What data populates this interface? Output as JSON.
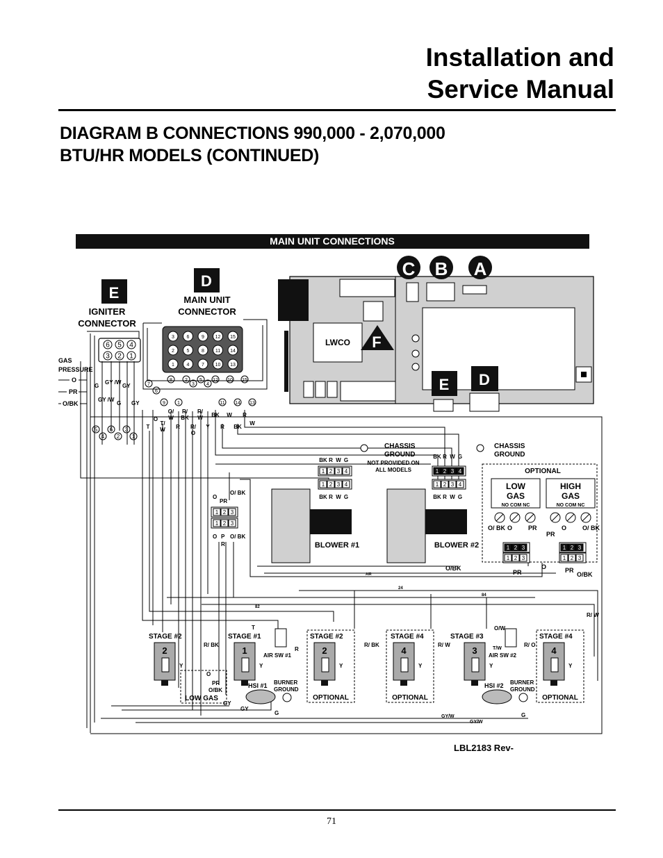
{
  "header": {
    "title_line1": "Installation and",
    "title_line2": "Service Manual"
  },
  "section_title": {
    "line1": "DIAGRAM B CONNECTIONS  990,000 - 2,070,000",
    "line2": "BTU/HR MODELS (CONTINUED)"
  },
  "diagram": {
    "banner": "MAIN UNIT CONNECTIONS",
    "connector_letters": {
      "c": "C",
      "b": "B",
      "a": "A",
      "e": "E",
      "d": "D",
      "f": "F"
    },
    "igniter_connector": {
      "title1": "IGNITER",
      "title2": "CONNECTOR",
      "pins_top": [
        "6",
        "5",
        "4"
      ],
      "pins_bottom": [
        "3",
        "2",
        "1"
      ]
    },
    "main_unit_connector": {
      "title1": "MAIN UNIT",
      "title2": "CONNECTOR",
      "pins": [
        "3",
        "6",
        "9",
        "12",
        "15",
        "2",
        "5",
        "8",
        "11",
        "14",
        "1",
        "4",
        "7",
        "10",
        "13"
      ]
    },
    "lwco": "LWCO",
    "gas_pressure": {
      "line1": "GAS",
      "line2": "PRESSURE"
    },
    "left_wire_labels": [
      "O",
      "PR",
      "O/BK"
    ],
    "igniter_wire_labels": {
      "g1": "G",
      "gyw": "GY /W",
      "gy1": "GY",
      "gyw2": "GY /W",
      "g2": "G",
      "gy2": "GY"
    },
    "igniter_pin_numbers": [
      "5",
      "4",
      "6",
      "2",
      "3",
      "1"
    ],
    "main_wire_labels": [
      "O",
      "T",
      "T/ W",
      "O/ W",
      "R/ BK",
      "R",
      "R/ W",
      "R/ O",
      "Y",
      "BK",
      "W",
      "R",
      "BK",
      "R",
      "W"
    ],
    "main_pin_numbers": [
      "7",
      "6",
      "8",
      "9",
      "2",
      "1",
      "3",
      "5",
      "4",
      "12",
      "11",
      "10",
      "15",
      "14",
      "13"
    ],
    "chassis_ground_1": {
      "l1": "CHASSIS",
      "l2": "GROUND"
    },
    "chassis_ground_2": {
      "l1": "CHASSIS",
      "l2": "GROUND"
    },
    "not_provided": {
      "l1": "NOT PROVIDED ON",
      "l2": "ALL MODELS"
    },
    "plug_labels": {
      "bk": "BK",
      "r": "R",
      "w": "W",
      "g": "G"
    },
    "plug_pins": [
      "1",
      "2",
      "3",
      "4"
    ],
    "plug3_pins": [
      "1",
      "2",
      "3"
    ],
    "blower_1": "BLOWER #1",
    "blower_2": "BLOWER #2",
    "optional_box_title": "OPTIONAL",
    "low_gas": {
      "l1": "LOW",
      "l2": "GAS",
      "terms": "NO   COM   NC"
    },
    "high_gas": {
      "l1": "HIGH",
      "l2": "GAS",
      "terms": "NO   COM   NC"
    },
    "gas_switch_wires": {
      "o_bk": "O/ BK",
      "o": "O",
      "pr": "PR"
    },
    "mid_labels": {
      "o": "O",
      "pr": "PR",
      "o_bk": "O/ BK",
      "p": "P",
      "r": "R",
      "bk": "BK"
    },
    "bottom_labels": {
      "o_bk": "O/BK",
      "pr": "PR",
      "o": "O",
      "air": "AIR",
      "n24": "24",
      "n84": "84",
      "n82": "82",
      "t": "T",
      "ow": "O/W",
      "tw": "T/W",
      "r_w": "R/ W",
      "r": "R",
      "rbk": "R/ BK",
      "ro": "R/ O",
      "y": "Y",
      "gy": "GY",
      "g": "G",
      "gyw": "GY/W"
    },
    "stages": [
      {
        "title": "STAGE #2",
        "num": "2",
        "tag": ""
      },
      {
        "title": "STAGE #1",
        "num": "1",
        "tag": ""
      },
      {
        "title": "STAGE #2",
        "num": "2",
        "tag": "OPTIONAL"
      },
      {
        "title": "STAGE #4",
        "num": "4",
        "tag": "OPTIONAL"
      },
      {
        "title": "STAGE #3",
        "num": "3",
        "tag": ""
      },
      {
        "title": "STAGE #4",
        "num": "4",
        "tag": "OPTIONAL"
      }
    ],
    "air_sw_1": "AIR SW #1",
    "air_sw_2": "AIR SW #2",
    "hsi_1": "HSI #1",
    "hsi_2": "HSI #2",
    "burner_ground": {
      "l1": "BURNER",
      "l2": "GROUND"
    },
    "low_gas_box": "LOW GAS",
    "label_ref": "LBL2183 Rev-"
  },
  "footer": {
    "page_number": "71"
  }
}
